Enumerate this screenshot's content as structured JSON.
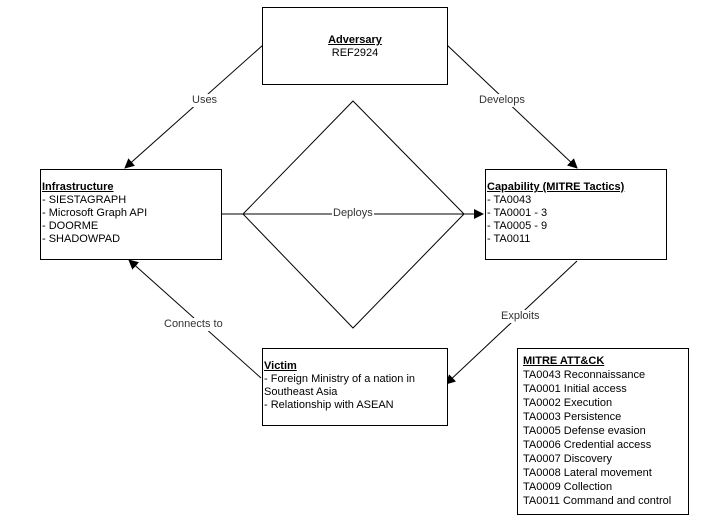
{
  "adversary": {
    "title": "Adversary",
    "value": "REF2924"
  },
  "infrastructure": {
    "title": "Infrastructure",
    "items": [
      "- SIESTAGRAPH",
      "- Microsoft Graph API",
      "- DOORME",
      "- SHADOWPAD"
    ]
  },
  "capability": {
    "title": "Capability (MITRE Tactics)",
    "items": [
      "- TA0043",
      "- TA0001 - 3",
      "- TA0005 - 9",
      "- TA0011"
    ]
  },
  "victim": {
    "title": "Victim",
    "items": [
      "- Foreign Ministry of a nation in Southeast Asia",
      "- Relationship with ASEAN"
    ]
  },
  "edges": {
    "uses": "Uses",
    "develops": "Develops",
    "deploys": "Deploys",
    "connects_to": "Connects to",
    "exploits": "Exploits"
  },
  "mitre": {
    "title": "MITRE ATT&CK",
    "items": [
      "TA0043 Reconnaissance",
      "TA0001 Initial access",
      "TA0002 Execution",
      "TA0003 Persistence",
      "TA0005 Defense evasion",
      "TA0006 Credential access",
      "TA0007 Discovery",
      "TA0008 Lateral movement",
      "TA0009 Collection",
      "TA0011 Command and control"
    ]
  }
}
